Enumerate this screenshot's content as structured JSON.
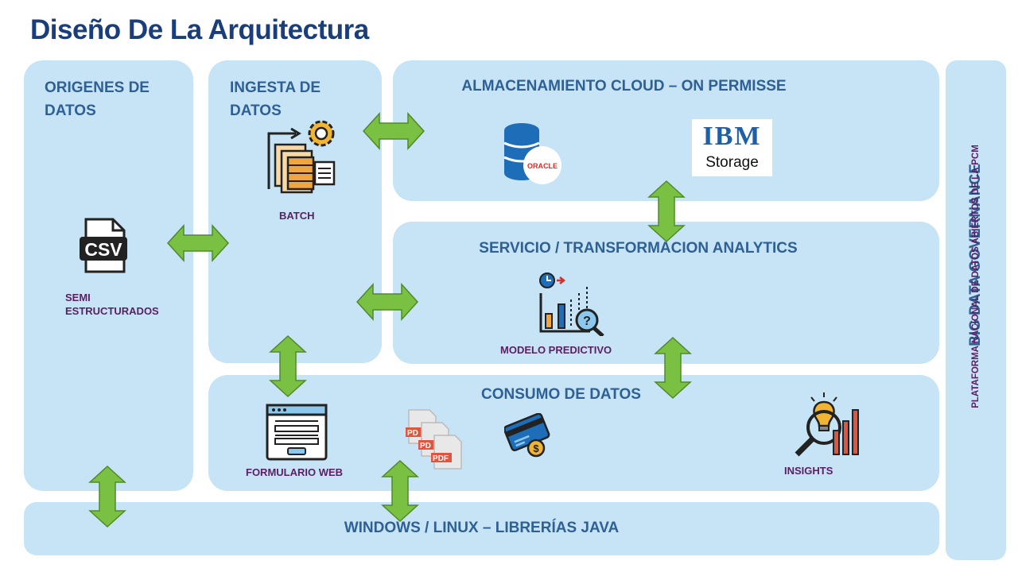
{
  "title": "Diseño De La Arquitectura",
  "colors": {
    "title": "#1a3d7c",
    "panel": "#c6e4f5",
    "heading": "#2e6096",
    "label": "#5a1f63",
    "arrow": "#7ac143"
  },
  "origenes": {
    "title_line1": "ORIGENES DE",
    "title_line2": "DATOS",
    "csv_text": "CSV",
    "label_line1": "SEMI",
    "label_line2": "ESTRUCTURADOS",
    "icon": "csv-file-icon"
  },
  "ingesta": {
    "title_line1": "INGESTA DE",
    "title_line2": "DATOS",
    "batch_label": "BATCH",
    "icon": "batch-process-icon"
  },
  "almacenamiento": {
    "title": "ALMACENAMIENTO CLOUD – ON PERMISSE",
    "oracle_text": "ORACLE",
    "ibm_text": "IBM",
    "ibm_storage": "Storage"
  },
  "servicio": {
    "title": "SERVICIO / TRANSFORMACION ANALYTICS",
    "model_label": "MODELO PREDICTIVO",
    "icon": "predictive-analytics-icon"
  },
  "consumo": {
    "title": "CONSUMO DE DATOS",
    "form_label": "FORMULARIO WEB",
    "pdf_text": "PDF",
    "pdf_partial": "PD",
    "insights_label": "INSIGHTS"
  },
  "windows": {
    "title": "WINDOWS / LINUX – LIBRERÍAS JAVA"
  },
  "governance": {
    "title": "BIG DATA GOVERNANCE",
    "subtitle": "PLATAFORMA NACIONAL DE DATOS ABIERTOS DE LA PCM"
  }
}
